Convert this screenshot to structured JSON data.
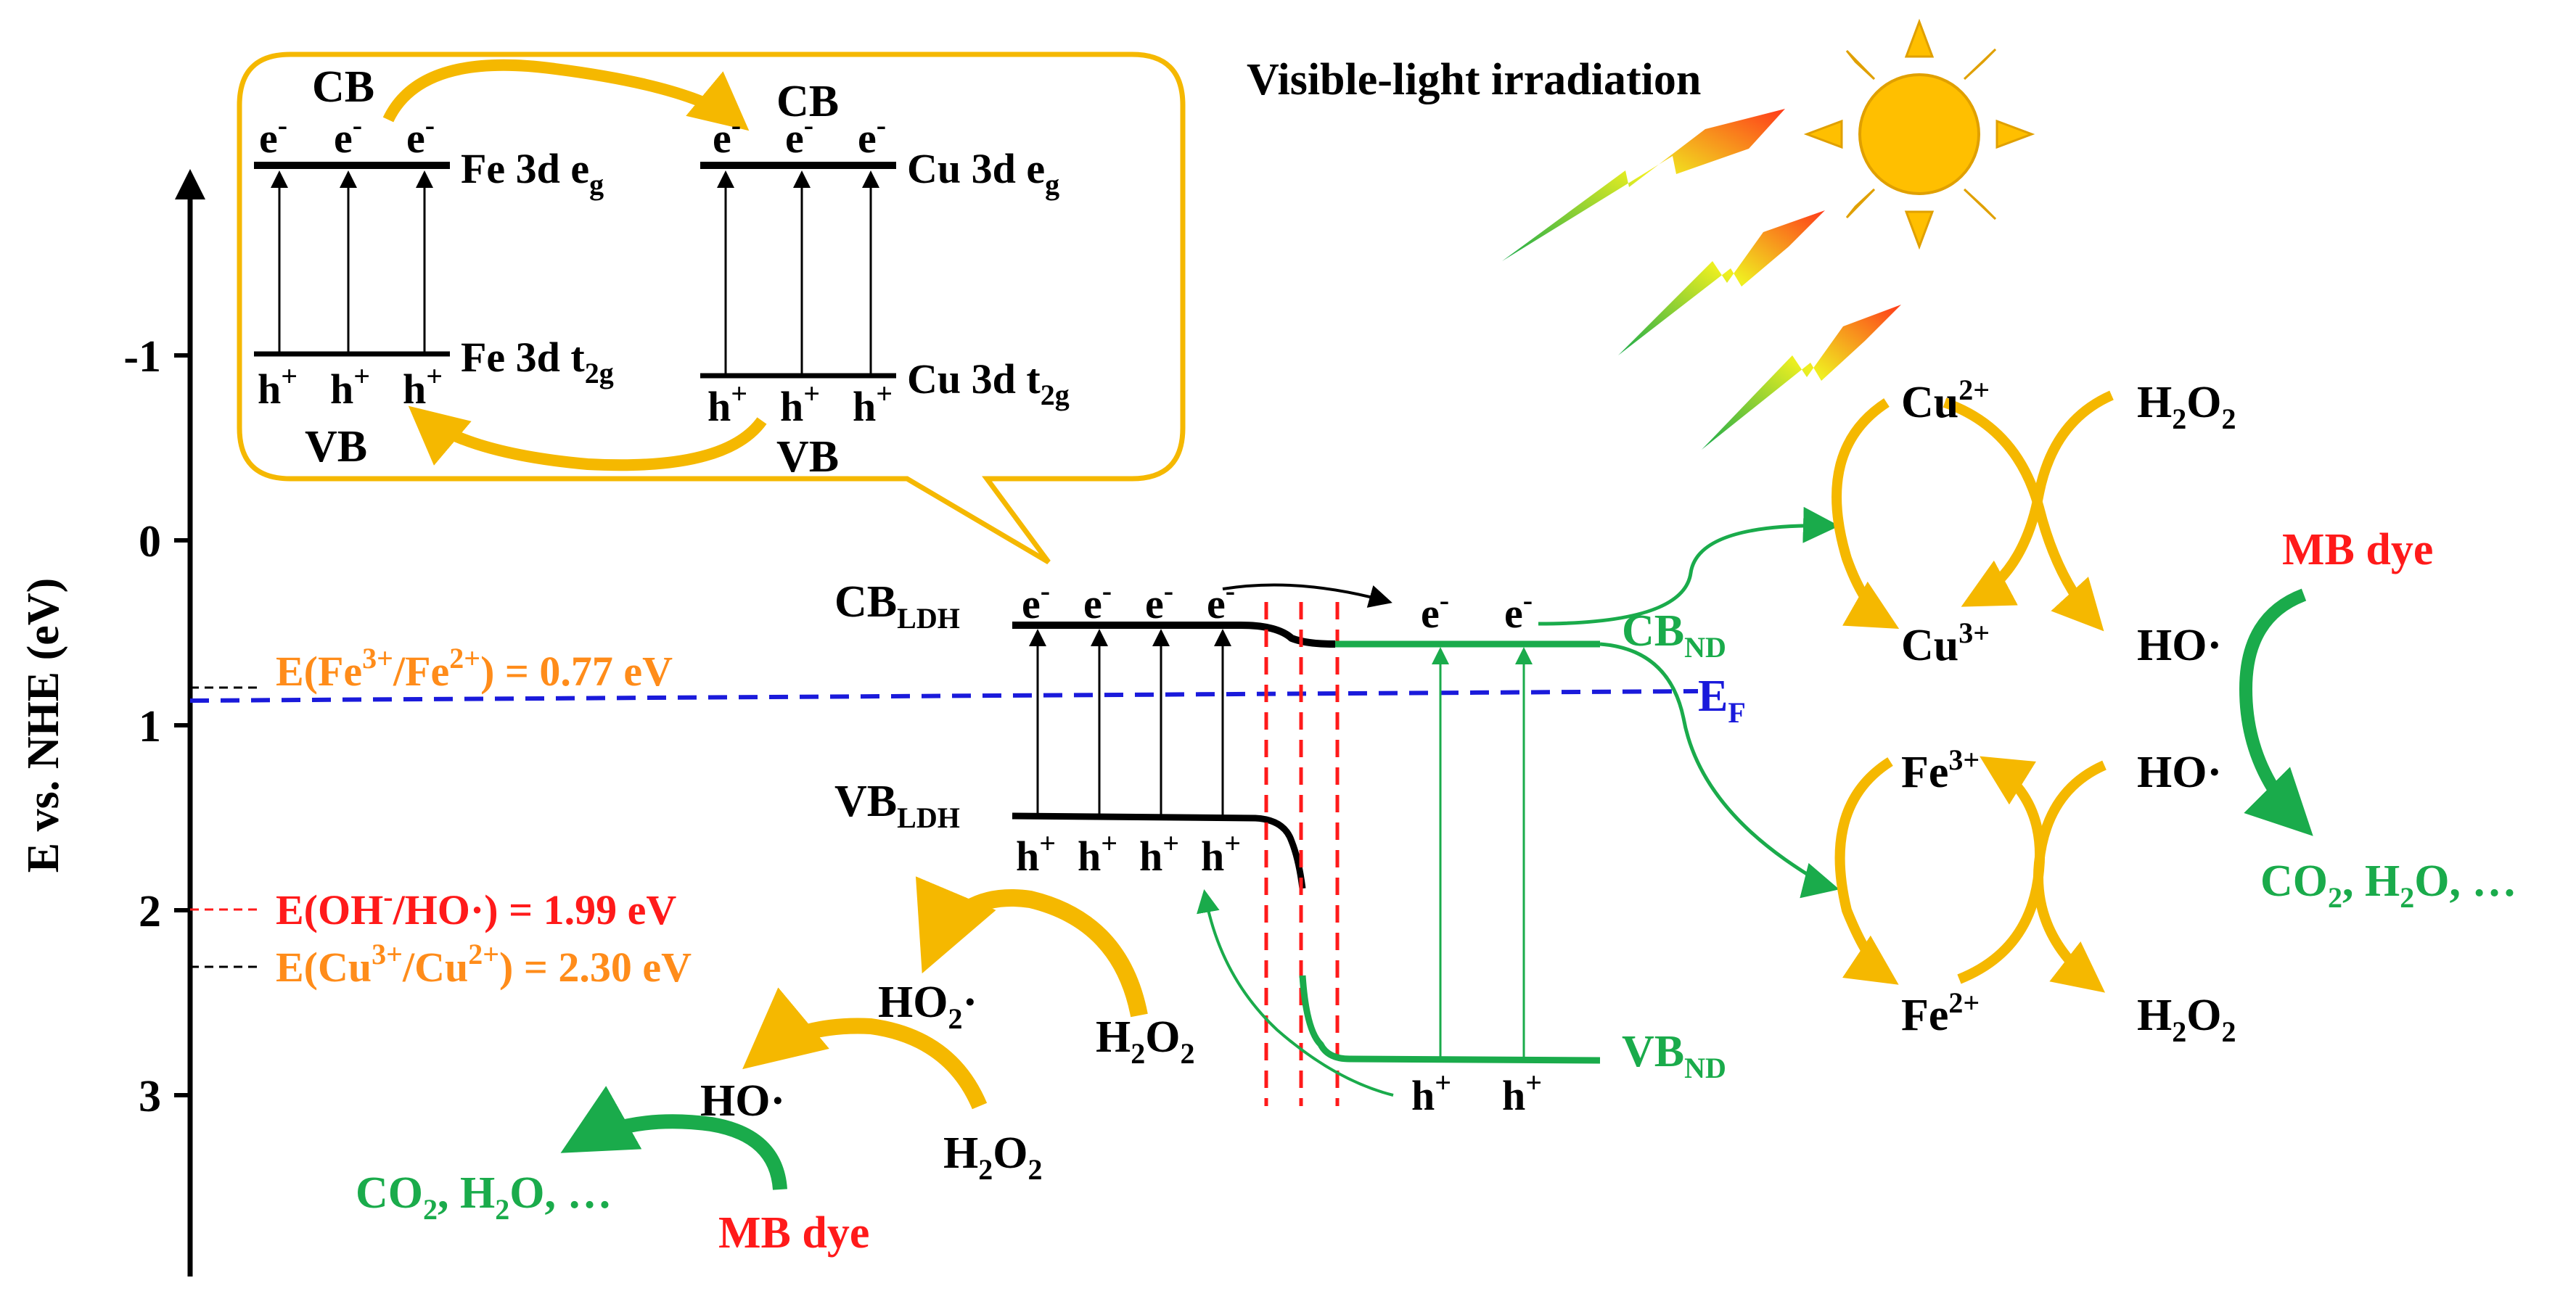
{
  "colors": {
    "black": "#000000",
    "orange_arrow": "#f5b800",
    "orange_text": "#ff8c1a",
    "green": "#1aab4b",
    "blue": "#1a1adb",
    "red": "#ff1a1a"
  },
  "axis": {
    "label": "E vs. NHE (eV)",
    "ticks": [
      "-1",
      "0",
      "1",
      "2",
      "3"
    ]
  },
  "potentials": {
    "fe": {
      "prefix": "E(Fe",
      "ox": "3+",
      "slash": "/Fe",
      "red": "2+",
      "suffix": ") = 0.77 eV"
    },
    "oh": {
      "prefix": "E(OH",
      "minus": "-",
      "mid": "/HO·) = 1.99 eV"
    },
    "cu": {
      "prefix": "E(Cu",
      "ox": "3+",
      "slash": "/Cu",
      "red": "2+",
      "suffix": ") = 2.30 eV"
    }
  },
  "inset": {
    "fe_cb": "CB",
    "fe_vb": "VB",
    "cu_cb": "CB",
    "cu_vb": "VB",
    "fe_eg": {
      "main": "Fe 3d e",
      "sub": "g"
    },
    "fe_t2g": {
      "main": "Fe 3d t",
      "sub": "2g"
    },
    "cu_eg": {
      "main": "Cu 3d e",
      "sub": "g"
    },
    "cu_t2g": {
      "main": "Cu 3d t",
      "sub": "2g"
    }
  },
  "symbols": {
    "e": "e",
    "e_sup": "-",
    "h": "h",
    "h_sup": "+"
  },
  "band": {
    "cb_ldh": {
      "main": "CB",
      "sub": "LDH"
    },
    "vb_ldh": {
      "main": "VB",
      "sub": "LDH"
    },
    "cb_nd": {
      "main": "CB",
      "sub": "ND"
    },
    "vb_nd": {
      "main": "VB",
      "sub": "ND"
    },
    "ef": {
      "main": "E",
      "sub": "F"
    }
  },
  "light": {
    "label": "Visible-light irradiation"
  },
  "species": {
    "h2o2": {
      "a": "H",
      "s1": "2",
      "b": "O",
      "s2": "2"
    },
    "ho2": {
      "a": "HO",
      "s1": "2",
      "b": "·"
    },
    "ho": "HO·",
    "mb_dye": "MB dye",
    "products": {
      "a": "CO",
      "s1": "2",
      "b": ", H",
      "s2": "2",
      "c": "O, …"
    },
    "cu2": {
      "a": "Cu",
      "sup": "2+"
    },
    "cu3": {
      "a": "Cu",
      "sup": "3+"
    },
    "fe3": {
      "a": "Fe",
      "sup": "3+"
    },
    "fe2": {
      "a": "Fe",
      "sup": "2+"
    }
  }
}
